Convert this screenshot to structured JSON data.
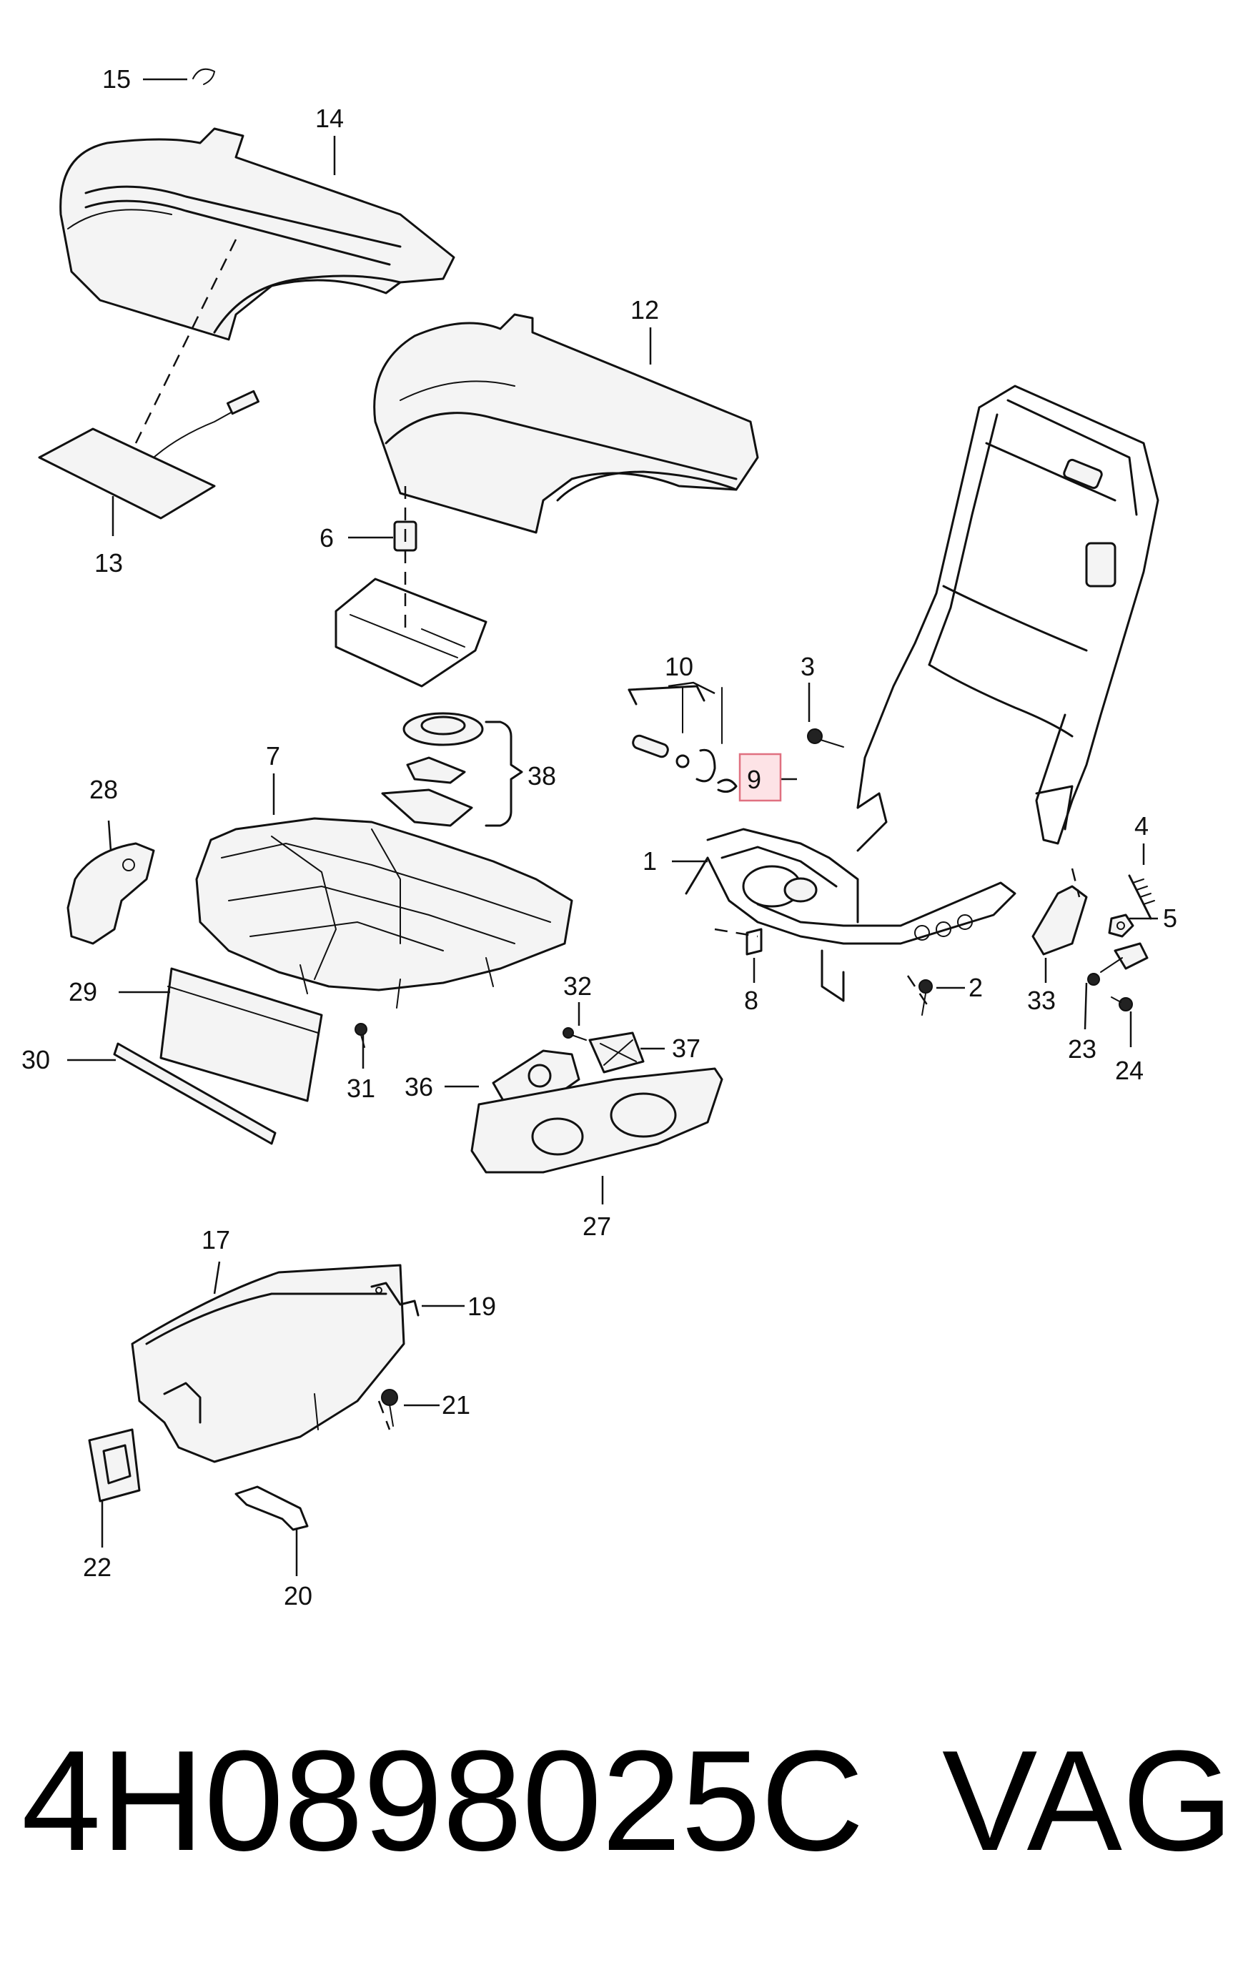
{
  "callouts": {
    "c1": "1",
    "c2": "2",
    "c3": "3",
    "c4": "4",
    "c5": "5",
    "c6": "6",
    "c7": "7",
    "c8": "8",
    "c9": "9",
    "c10": "10",
    "c12": "12",
    "c13": "13",
    "c14": "14",
    "c15": "15",
    "c17": "17",
    "c19": "19",
    "c20": "20",
    "c21": "21",
    "c22": "22",
    "c23": "23",
    "c24": "24",
    "c27": "27",
    "c28": "28",
    "c29": "29",
    "c30": "30",
    "c31": "31",
    "c32": "32",
    "c33": "33",
    "c36": "36",
    "c37": "37",
    "c38": "38"
  },
  "highlighted_callout": "9",
  "highlight_color": "#fde3e6",
  "footer": {
    "part_number": "4H0898025C",
    "brand": "VAG"
  }
}
